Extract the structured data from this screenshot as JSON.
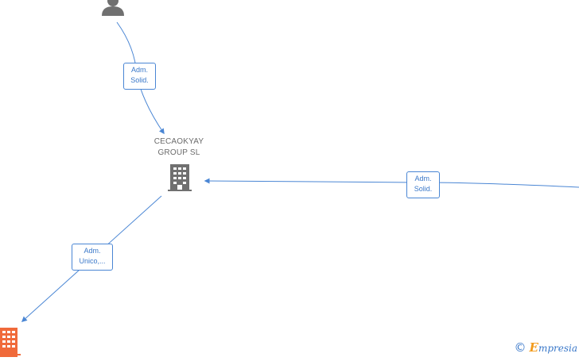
{
  "nodes": {
    "main_company": {
      "title_line1": "CECAOKYAY",
      "title_line2": "GROUP  SL"
    }
  },
  "edges": [
    {
      "line1": "Adm.",
      "line2": "Solid."
    },
    {
      "line1": "Adm.",
      "line2": "Solid."
    },
    {
      "line1": "Adm.",
      "line2": "Unico,..."
    }
  ],
  "colors": {
    "edge": "#4a86d4",
    "company_icon": "#707070",
    "highlight_company_icon": "#f06a3a",
    "person_icon": "#707070"
  },
  "icons": {
    "person": "person-icon",
    "company": "building-icon"
  },
  "watermark": {
    "copyright": "©",
    "brand_first": "E",
    "brand_rest": "mpresia"
  }
}
